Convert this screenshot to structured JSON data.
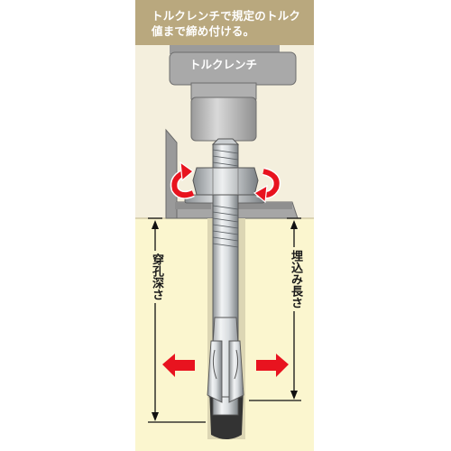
{
  "header": {
    "line1": "トルクレンチで規定のトルク",
    "line2": "値まで締め付ける。"
  },
  "wrench_label": "トルクレンチ",
  "labels": {
    "left": "穿孔深さ",
    "right": "埋込み長さ"
  },
  "colors": {
    "header_bg": "#b9a87e",
    "upper_bg": "#f4efdd",
    "lower_bg": "#fbf6cf",
    "arrow_red": "#e8131f",
    "steel": "#cfd3d6",
    "dark": "#333333"
  },
  "icons": [
    "rotation-arrow-icon",
    "expansion-arrow-icon",
    "dimension-arrow-icon"
  ]
}
